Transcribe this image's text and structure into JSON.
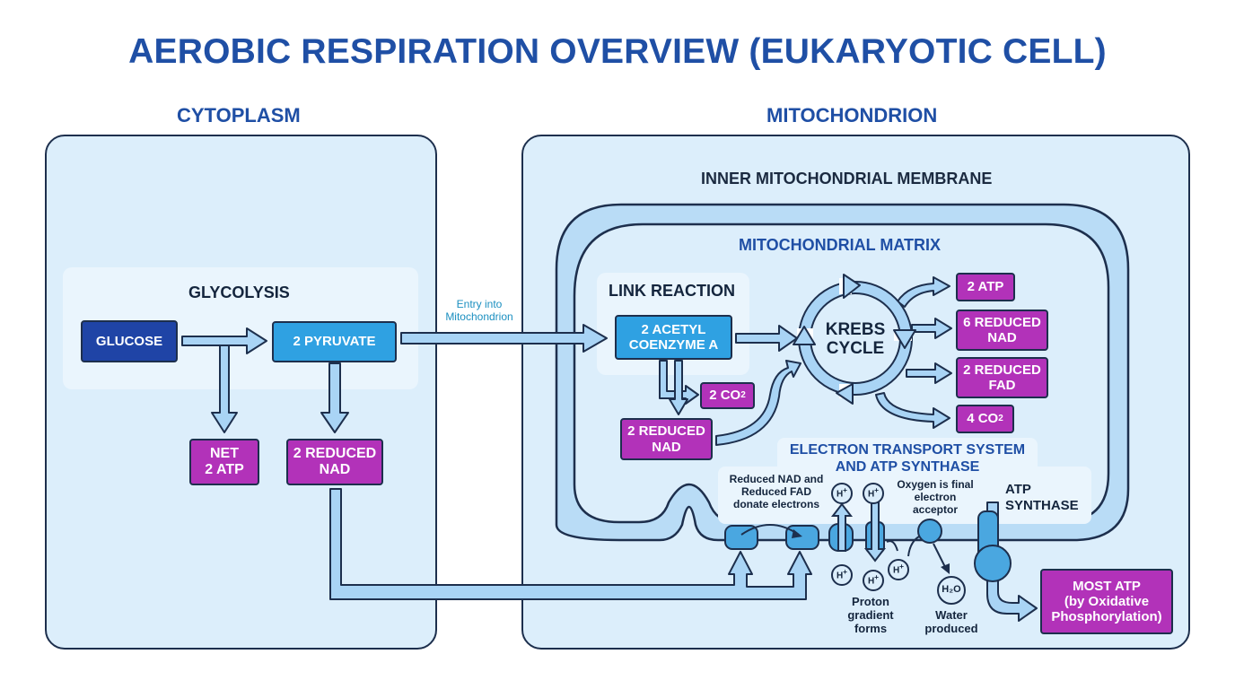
{
  "title": "AEROBIC RESPIRATION OVERVIEW (EUKARYOTIC CELL)",
  "regions": {
    "cytoplasm": "CYTOPLASM",
    "mitochondrion": "MITOCHONDRION",
    "inner_membrane": "INNER MITOCHONDRIAL MEMBRANE",
    "matrix": "MITOCHONDRIAL MATRIX"
  },
  "glycolysis": {
    "heading": "GLYCOLYSIS",
    "glucose": "GLUCOSE",
    "pyruvate": "2 PYRUVATE",
    "net_atp": [
      "NET",
      "2 ATP"
    ],
    "reduced_nad": [
      "2 REDUCED",
      "NAD"
    ]
  },
  "entry_label": [
    "Entry into",
    "Mitochondrion"
  ],
  "link_reaction": {
    "heading": "LINK REACTION",
    "acetyl": [
      "2 ACETYL",
      "COENZYME A"
    ],
    "co2": "2 CO",
    "co2_sub": "2",
    "reduced_nad": [
      "2 REDUCED",
      "NAD"
    ]
  },
  "krebs": {
    "label": [
      "KREBS",
      "CYCLE"
    ],
    "atp": "2 ATP",
    "nad": [
      "6 REDUCED",
      "NAD"
    ],
    "fad": [
      "2 REDUCED",
      "FAD"
    ],
    "co2": "4 CO",
    "co2_sub": "2"
  },
  "ets": {
    "heading": [
      "ELECTRON TRANSPORT SYSTEM",
      "AND ATP SYNTHASE"
    ],
    "donate": [
      "Reduced NAD and",
      "Reduced FAD",
      "donate electrons"
    ],
    "oxygen": [
      "Oxygen is final",
      "electron",
      "acceptor"
    ],
    "atp_synthase": [
      "ATP",
      "SYNTHASE"
    ],
    "proton": [
      "Proton",
      "gradient",
      "forms"
    ],
    "water": [
      "Water",
      "produced"
    ],
    "h_label": "H",
    "h_sup": "+",
    "water_molecule": "H₂O",
    "most_atp": [
      "MOST ATP",
      "(by Oxidative",
      "Phosphorylation)"
    ]
  },
  "colors": {
    "title": "#1f4fa5",
    "panel": "#dceefb",
    "membrane": "#b9dcf6",
    "arrow_fill": "#a9d4f5",
    "magenta": "#b232b9",
    "navy": "#1f44a6",
    "sky": "#2fa1e2"
  }
}
